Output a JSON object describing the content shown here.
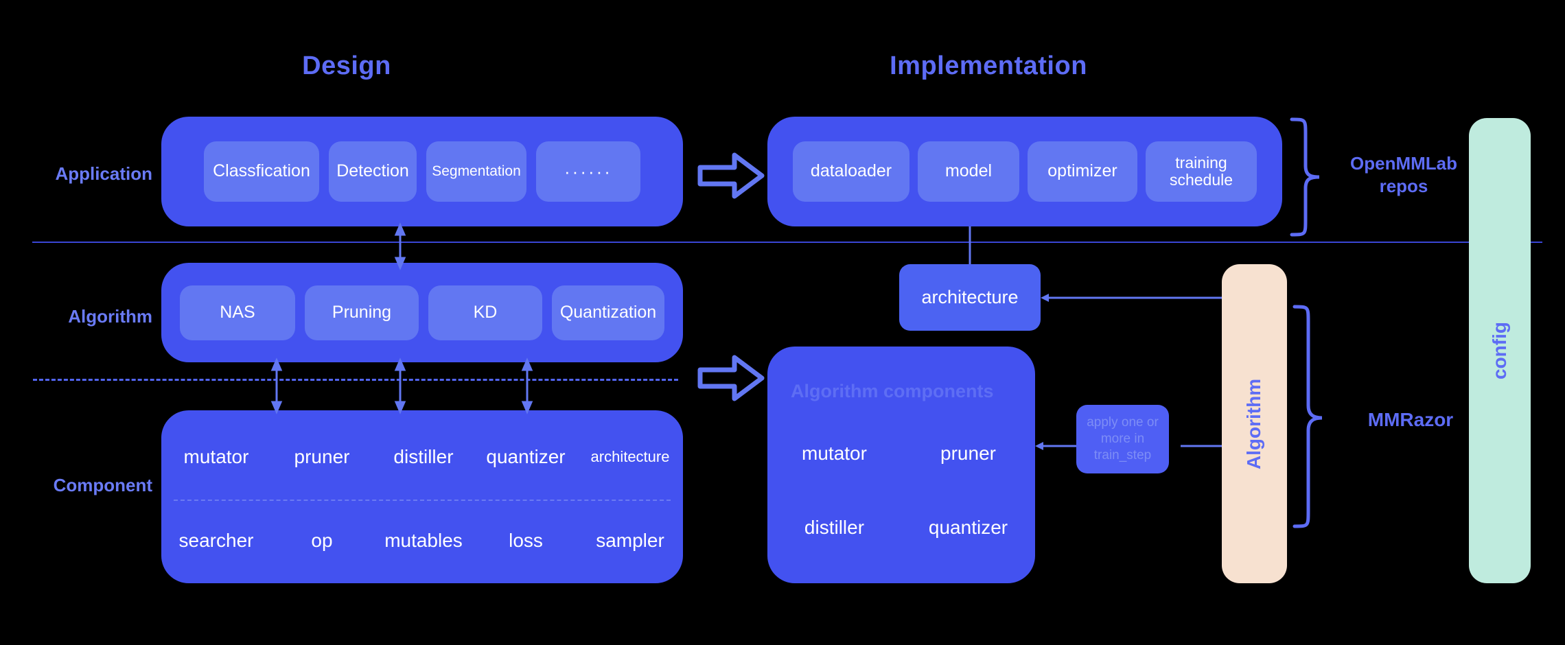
{
  "columns": {
    "design": "Design",
    "implementation": "Implementation"
  },
  "row_labels": {
    "application": "Application",
    "algorithm": "Algorithm",
    "component": "Component"
  },
  "design": {
    "application_items": [
      "Classfication",
      "Detection",
      "Segmentation",
      "······"
    ],
    "algorithm_items": [
      "NAS",
      "Pruning",
      "KD",
      "Quantization"
    ],
    "component_row1": [
      "mutator",
      "pruner",
      "distiller",
      "quantizer",
      "architecture"
    ],
    "component_row2": [
      "searcher",
      "op",
      "mutables",
      "loss",
      "sampler"
    ]
  },
  "implementation": {
    "application_items": [
      "dataloader",
      "model",
      "optimizer",
      "training schedule"
    ],
    "architecture_box": "architecture",
    "components_panel": {
      "heading": "Algorithm components",
      "row1": [
        "mutator",
        "pruner"
      ],
      "row2": [
        "distiller",
        "quantizer"
      ]
    },
    "apply_box": "apply one\nor more in\ntrain_step",
    "algorithm_bar": "Algorithm",
    "config_bar": "config"
  },
  "annotations": {
    "openmmlab_repos": "OpenMMLab\nrepos",
    "mmrazor": "MMRazor"
  },
  "colors": {
    "background": "#000000",
    "panel": "#4352F0",
    "chip": "#6277F2",
    "accent_text": "#5D6CF5",
    "algorithm_bar": "#F7E1D0",
    "config_bar": "#BFEBDE",
    "divider_solid": "#3A46D6",
    "divider_dashed": "#5265F2"
  }
}
